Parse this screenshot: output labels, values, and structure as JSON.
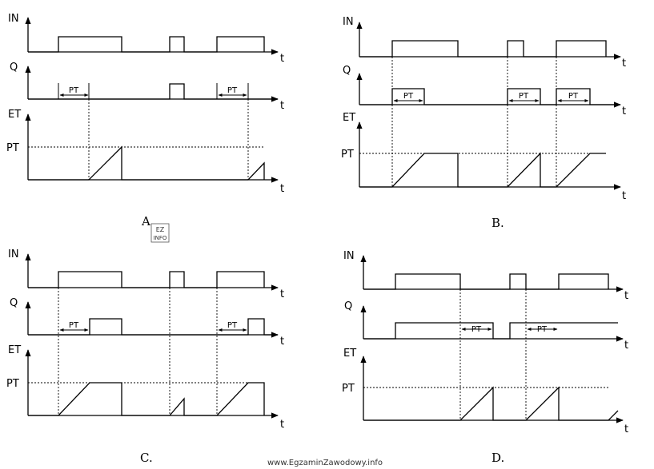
{
  "axis_labels": {
    "in": "IN",
    "q": "Q",
    "et": "ET",
    "pt": "PT",
    "t": "t"
  },
  "pt_marker": "PT",
  "variants": [
    {
      "id": "A",
      "caption": "A."
    },
    {
      "id": "B",
      "caption": "B."
    },
    {
      "id": "C",
      "caption": "C."
    },
    {
      "id": "D",
      "caption": "D."
    }
  ],
  "logo": {
    "line1": "EZ",
    "line2": "INFO"
  },
  "watermark": "www.EgzaminZawodowy.info"
}
